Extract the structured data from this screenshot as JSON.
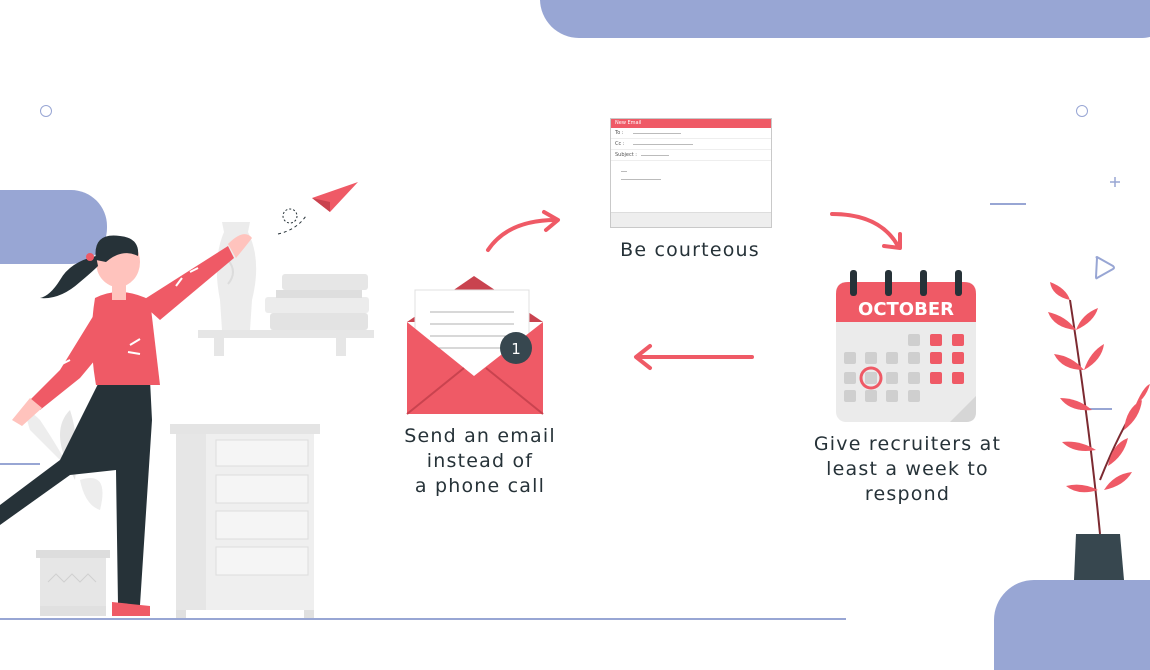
{
  "steps": {
    "email": {
      "lines": [
        "Send an email",
        "instead of",
        "a phone call"
      ],
      "badge": "1"
    },
    "courteous": {
      "label": "Be courteous"
    },
    "recruiters": {
      "lines": [
        "Give recruiters at",
        "least a week to",
        "respond"
      ],
      "month": "OCTOBER"
    }
  },
  "email_window": {
    "title": "New Email",
    "to_label": "To :",
    "cc_label": "Cc :",
    "subject_label": "Subject :"
  },
  "colors": {
    "accent_red": "#ef5a66",
    "blob_blue": "#98a6d4",
    "text_dark": "#263238",
    "gray_furniture": "#ececec"
  },
  "icons": [
    "envelope-icon",
    "email-compose-window",
    "calendar-icon",
    "paper-plane-icon",
    "arrow-icon",
    "plant-icon",
    "vase-icon"
  ]
}
